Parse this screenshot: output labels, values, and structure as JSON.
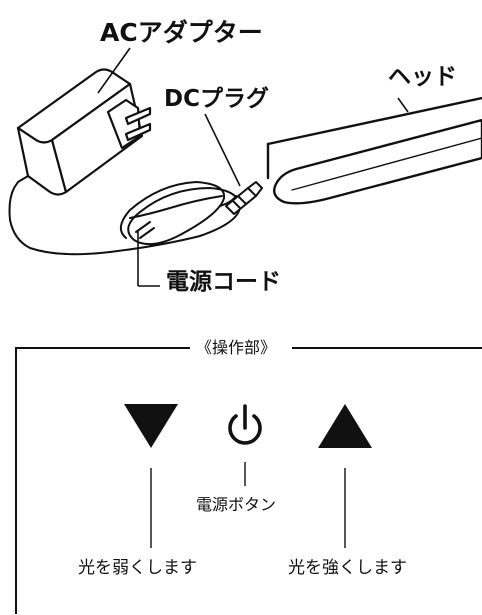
{
  "illustration": {
    "ac_adapter_label": "ACアダプター",
    "dc_plug_label": "DCプラグ",
    "head_label": "ヘッド",
    "power_cord_label": "電源コード"
  },
  "panel": {
    "title": "《操作部》",
    "power_button_label": "電源ボタン",
    "dim_label": "光を弱くします",
    "brighten_label": "光を強くします"
  },
  "colors": {
    "ink": "#111111",
    "background": "#ffffff"
  }
}
